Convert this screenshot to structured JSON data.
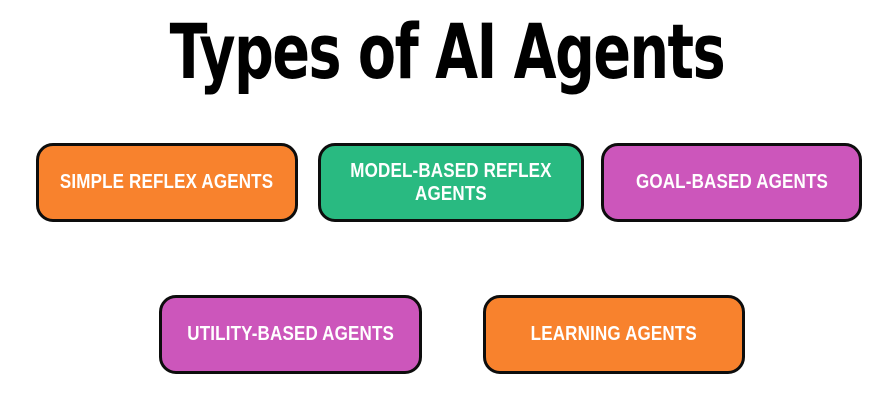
{
  "title": "Types of AI Agents",
  "colors": {
    "orange": "#F8822D",
    "green": "#29BA81",
    "magenta": "#CC56BB",
    "outline": "#0D0D0D",
    "label_text": "#FFFFFF",
    "title_text": "#000000",
    "background": "#FFFFFF"
  },
  "boxes": [
    {
      "id": "simple-reflex-agents",
      "label": "SIMPLE REFLEX AGENTS",
      "color": "#F8822D"
    },
    {
      "id": "model-based-reflex-agents",
      "label": "MODEL-BASED REFLEX AGENTS",
      "color": "#29BA81"
    },
    {
      "id": "goal-based-agents",
      "label": "GOAL-BASED AGENTS",
      "color": "#CC56BB"
    },
    {
      "id": "utility-based-agents",
      "label": "UTILITY-BASED AGENTS",
      "color": "#CC56BB"
    },
    {
      "id": "learning-agents",
      "label": "LEARNING AGENTS",
      "color": "#F8822D"
    }
  ]
}
